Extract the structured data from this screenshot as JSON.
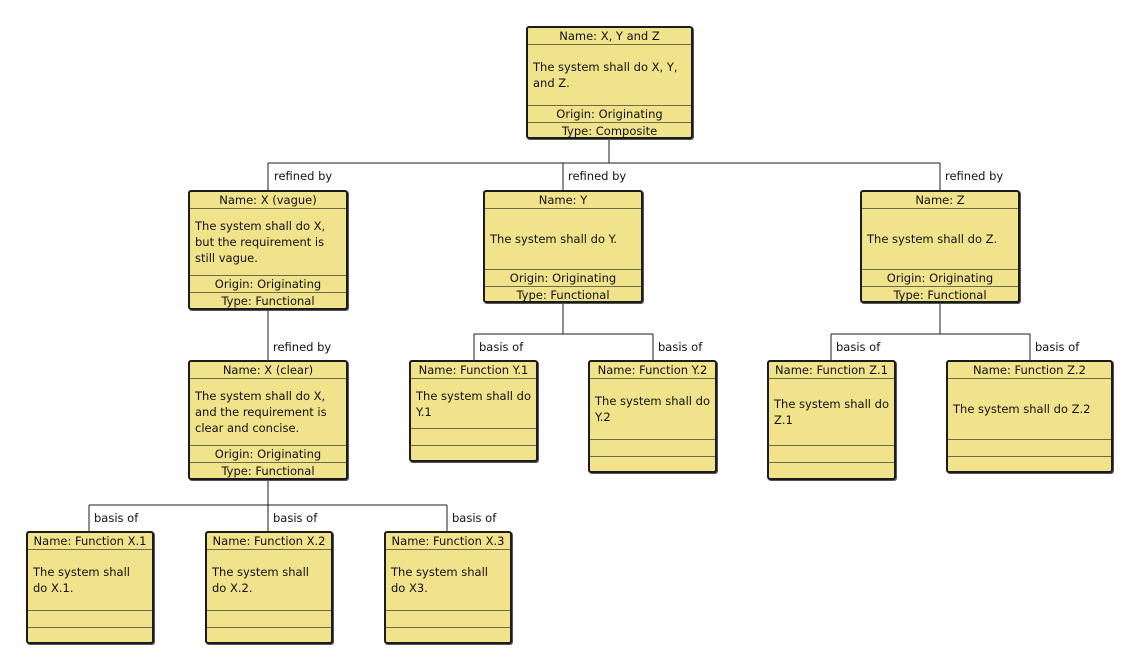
{
  "nodes": {
    "xyz": {
      "name": "Name: X, Y and Z",
      "desc": "The system shall do X, Y, and Z.",
      "origin": "Origin: Originating",
      "type": "Type: Composite"
    },
    "xv": {
      "name": "Name: X (vague)",
      "desc": "The system shall do X, but the requirement is still vague.",
      "origin": "Origin: Originating",
      "type": "Type: Functional"
    },
    "y": {
      "name": "Name: Y",
      "desc": "The system shall do Y.",
      "origin": "Origin: Originating",
      "type": "Type: Functional"
    },
    "z": {
      "name": "Name: Z",
      "desc": "The system shall do Z.",
      "origin": "Origin: Originating",
      "type": "Type: Functional"
    },
    "xc": {
      "name": "Name: X (clear)",
      "desc": "The system shall do X, and the requirement is clear and concise.",
      "origin": "Origin: Originating",
      "type": "Type: Functional"
    },
    "fy1": {
      "name": "Name: Function Y.1",
      "desc": "The system shall do Y.1",
      "origin": "",
      "type": ""
    },
    "fy2": {
      "name": "Name: Function Y.2",
      "desc": "The system shall do Y.2",
      "origin": "",
      "type": ""
    },
    "fz1": {
      "name": "Name: Function Z.1",
      "desc": "The system shall do Z.1",
      "origin": "",
      "type": ""
    },
    "fz2": {
      "name": "Name: Function Z.2",
      "desc": "The system shall do Z.2",
      "origin": "",
      "type": ""
    },
    "fx1": {
      "name": "Name: Function X.1",
      "desc": "The system shall do X.1.",
      "origin": "",
      "type": ""
    },
    "fx2": {
      "name": "Name: Function X.2",
      "desc": "The system shall do X.2.",
      "origin": "",
      "type": ""
    },
    "fx3": {
      "name": "Name: Function X.3",
      "desc": "The system shall do X3.",
      "origin": "",
      "type": ""
    }
  },
  "edges": {
    "xyz_xv": "refined by",
    "xyz_y": "refined by",
    "xyz_z": "refined by",
    "xv_xc": "refined by",
    "y_fy1": "basis of",
    "y_fy2": "basis of",
    "z_fz1": "basis of",
    "z_fz2": "basis of",
    "xc_fx1": "basis of",
    "xc_fx2": "basis of",
    "xc_fx3": "basis of"
  }
}
